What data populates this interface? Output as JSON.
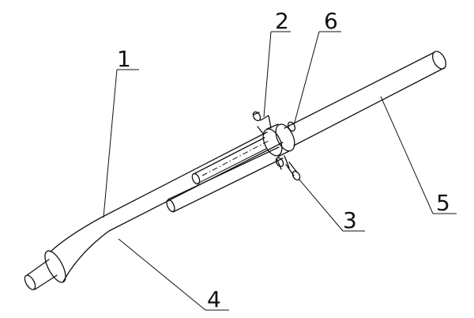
{
  "callouts": [
    {
      "id": "part-1",
      "text": "1"
    },
    {
      "id": "part-2",
      "text": "2"
    },
    {
      "id": "part-3",
      "text": "3"
    },
    {
      "id": "part-4",
      "text": "4"
    },
    {
      "id": "part-5",
      "text": "5"
    },
    {
      "id": "part-6",
      "text": "6"
    }
  ],
  "colors": {
    "stroke": "#111111",
    "background": "#ffffff"
  }
}
